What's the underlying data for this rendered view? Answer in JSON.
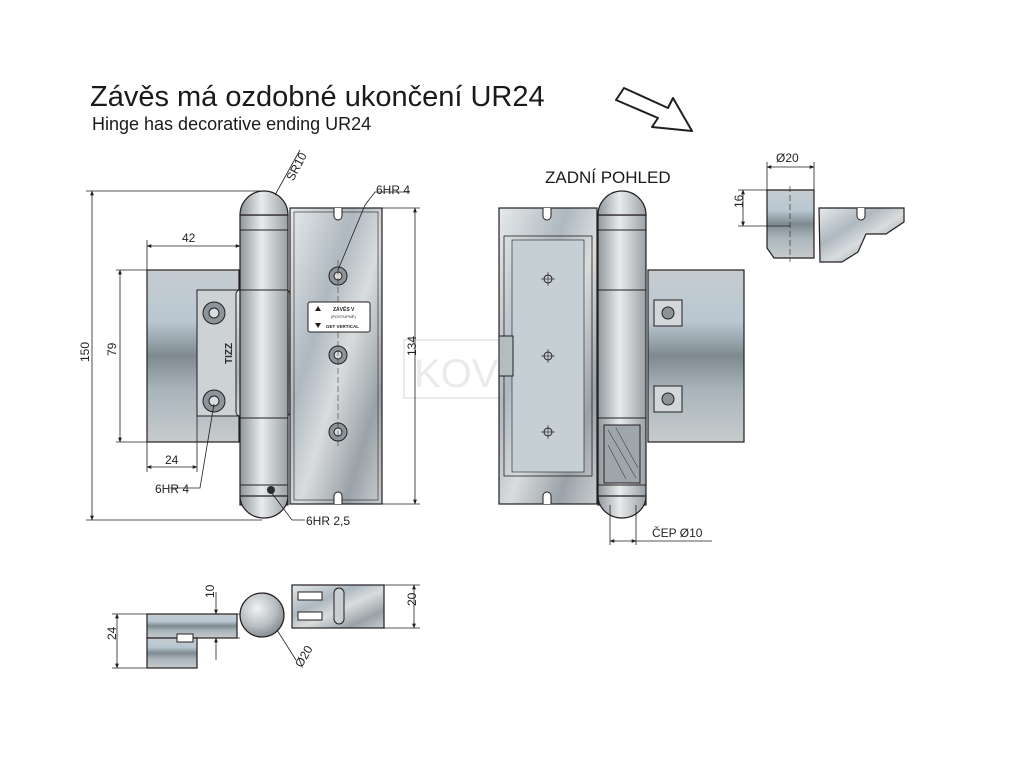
{
  "title": {
    "czech": "Závěs má ozdobné ukončení UR24",
    "english": "Hinge has decorative ending UR24"
  },
  "back_view_label": "ZADNÍ POHLED",
  "watermark": "KOV",
  "plate_label": {
    "line1": "ZÁVĚS V",
    "line2": "(POSTUPNÉ)",
    "line3": "GET VERTICAL"
  },
  "front_view": {
    "sr10": "SR10",
    "screw_top": "6HR 4",
    "dim_42": "42",
    "dim_150": "150",
    "dim_79": "79",
    "dim_134": "134",
    "dim_24": "24",
    "screw_bottom": "6HR 4",
    "screw_small": "6HR 2,5"
  },
  "back_view": {
    "pin": "ČEP Ø10"
  },
  "detail_view": {
    "dim_d20": "Ø20",
    "dim_16": "16"
  },
  "bottom_view": {
    "dim_10": "10",
    "dim_20": "20",
    "dim_24": "24",
    "dim_d20": "Ø20"
  },
  "colors": {
    "outline": "#231f20",
    "metal_light": "#d7dadb",
    "metal_dark": "#8e9498",
    "metal_blue": "#aab6bf"
  }
}
